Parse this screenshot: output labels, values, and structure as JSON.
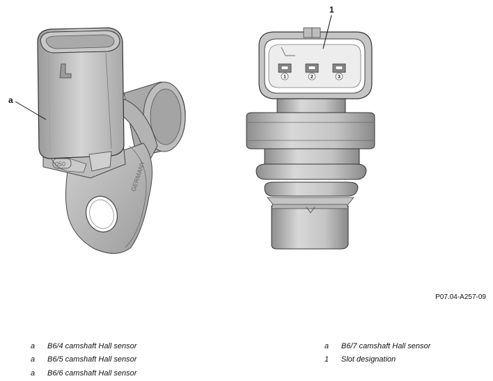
{
  "callouts": {
    "left_label": "a",
    "right_label": "1"
  },
  "connector_pins": [
    "1",
    "2",
    "3"
  ],
  "embossed_text": {
    "code": "050",
    "brand": "GERMANY"
  },
  "figure_code": "P07.04-A257-09",
  "legend": {
    "left": [
      {
        "key": "a",
        "text": "B6/4 camshaft Hall sensor"
      },
      {
        "key": "a",
        "text": "B6/5 camshaft Hall sensor"
      },
      {
        "key": "a",
        "text": "B6/6 camshaft Hall sensor"
      }
    ],
    "right": [
      {
        "key": "a",
        "text": "B6/7 camshaft Hall sensor"
      },
      {
        "key": "1",
        "text": "Slot designation"
      }
    ]
  },
  "colors": {
    "body_light": "#d6d6d6",
    "body_mid": "#b9b9b9",
    "body_dark": "#8f8f8f",
    "outline": "#333333"
  }
}
